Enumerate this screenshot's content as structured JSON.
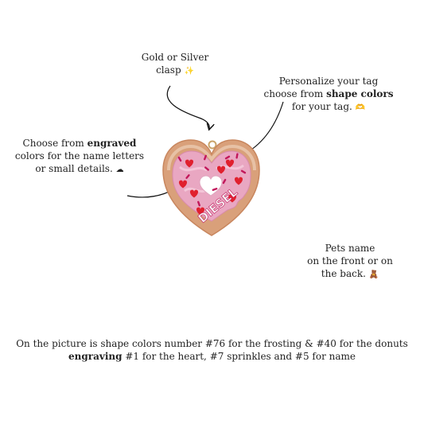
{
  "clasp_note": {
    "line1": "Gold or Silver",
    "line2": "clasp",
    "emoji": "✨"
  },
  "shape_note": {
    "line1": "Personalize your tag",
    "line2_pre": "choose from ",
    "line2_bold": "shape colors",
    "line3": "for your tag.",
    "emoji": "🫶"
  },
  "engrave_note": {
    "line1_pre": "Choose from ",
    "line1_bold": "engraved",
    "line2": "colors for the name letters",
    "line3": "or small details.",
    "emoji": "☁"
  },
  "pets_note": {
    "line1": "Pets name",
    "line2": "on the front or on",
    "line3": "the back.",
    "emoji": "🧸"
  },
  "product": {
    "name_text": "DIESEL"
  },
  "caption": {
    "line1": "On the picture is shape colors number #76 for the frosting & #40 for the donuts",
    "line2_bold": "engraving",
    "line2_rest": " #1 for the heart, #7 sprinkles and #5 for name"
  },
  "colors": {
    "donut": "#d9a07a",
    "donut_light": "#efd3bb",
    "frosting": "#e9a7c2",
    "frosting_light": "#f6d3e1",
    "hearts": "#e0202e",
    "sprinkles": "#c2185b",
    "name": "#f5f5f5"
  }
}
